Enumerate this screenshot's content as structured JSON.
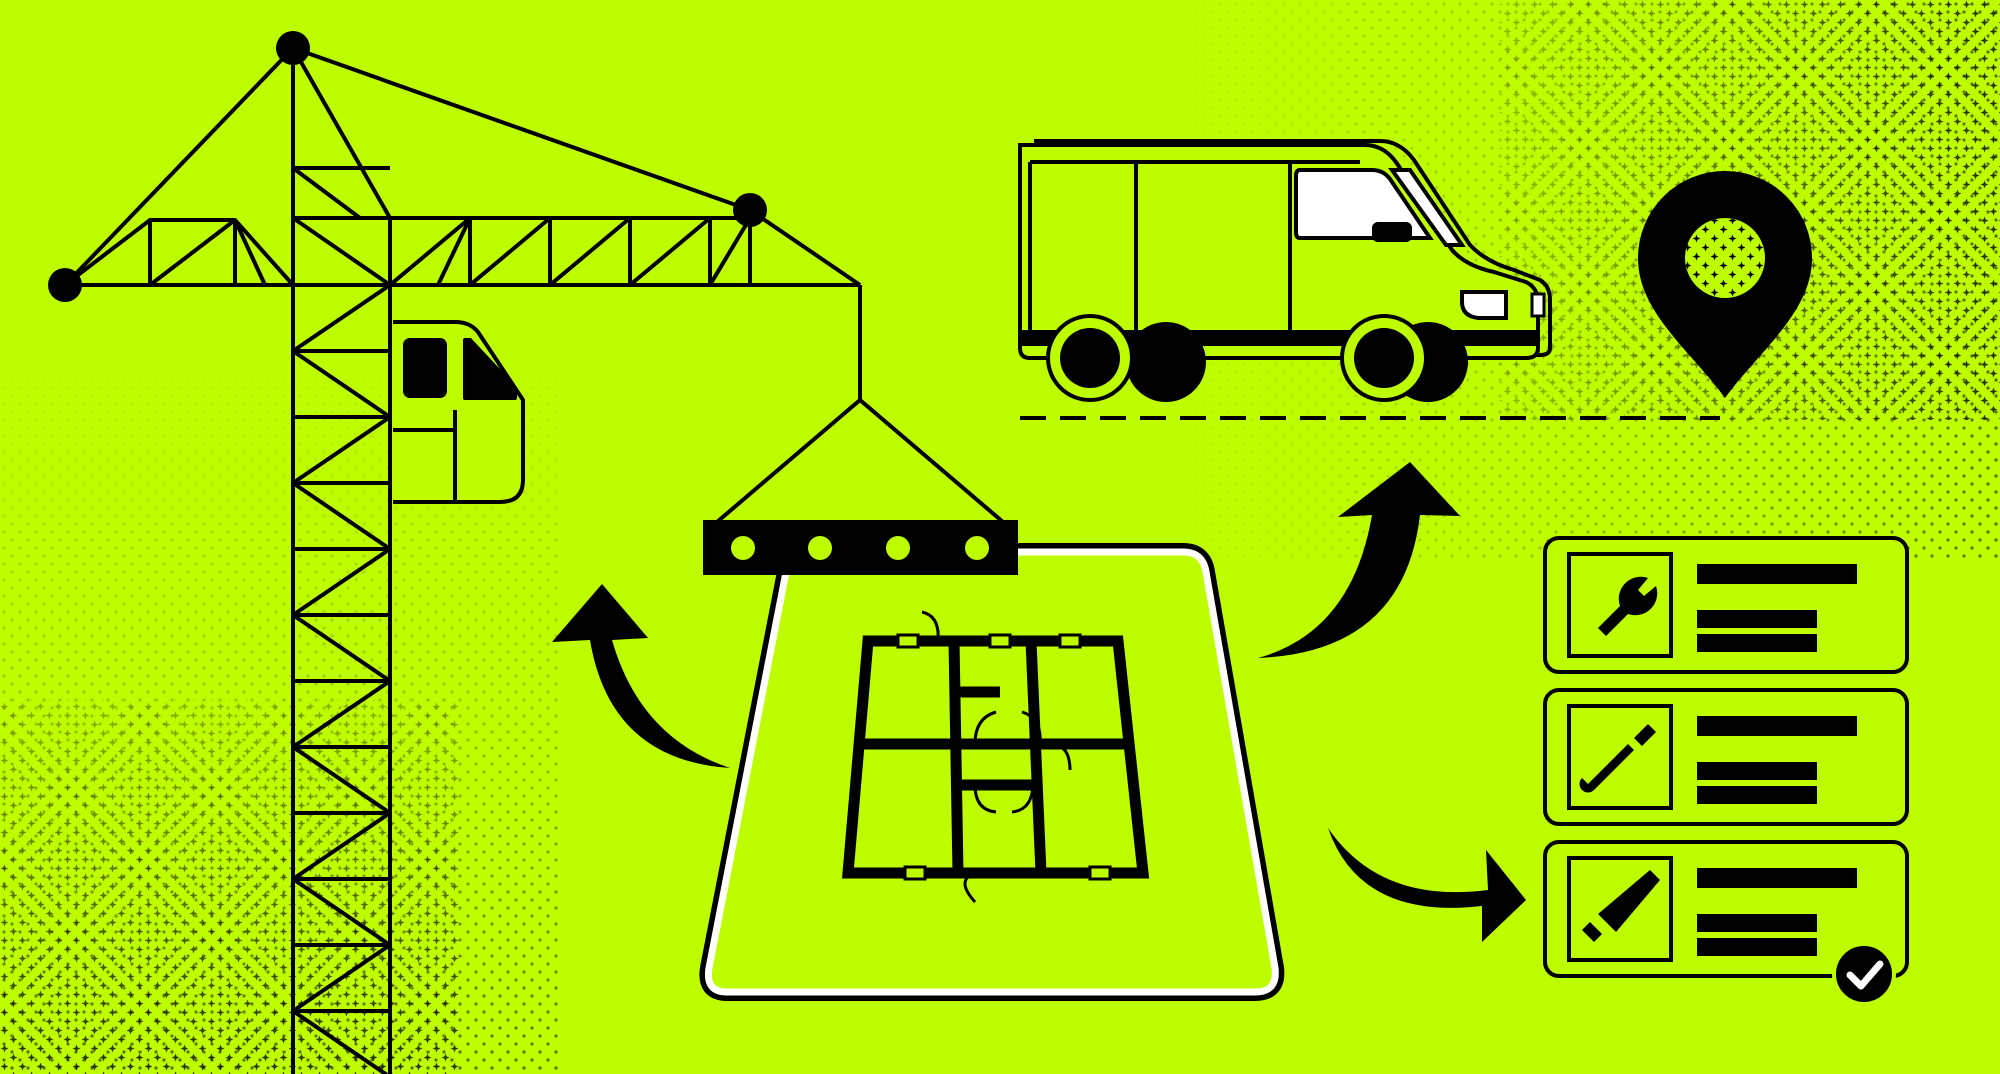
{
  "palette": {
    "background": "#BEFC00",
    "ink": "#000000",
    "highlight": "#FFFFFF"
  },
  "scene": {
    "elements": [
      "tower-crane",
      "suspended-floor-plan",
      "delivery-van",
      "location-pin",
      "tool-checklist"
    ]
  },
  "checklist": {
    "items": [
      {
        "icon": "wrench-icon",
        "checked": false
      },
      {
        "icon": "screwdriver-icon",
        "checked": false
      },
      {
        "icon": "saw-icon",
        "checked": true
      }
    ]
  }
}
